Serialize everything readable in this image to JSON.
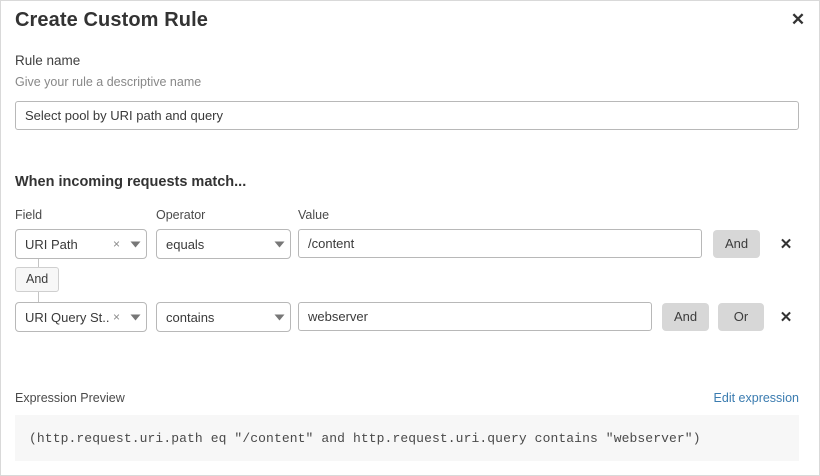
{
  "dialog": {
    "title": "Create Custom Rule",
    "close_icon": "close-icon"
  },
  "rule_name": {
    "label": "Rule name",
    "help": "Give your rule a descriptive name",
    "value": "Select pool by URI path and query",
    "placeholder": "Enter rule name"
  },
  "match_section": {
    "heading": "When incoming requests match...",
    "columns": {
      "field": "Field",
      "operator": "Operator",
      "value": "Value"
    },
    "clear_icon": "close-small-icon",
    "caret_icon": "chevron-down-icon",
    "delete_icon": "close-icon",
    "connector": {
      "label": "And"
    },
    "rows": [
      {
        "field": "URI Path",
        "operator": "equals",
        "value": "/content",
        "value_placeholder": "Enter value",
        "logic_buttons": [
          "And"
        ]
      },
      {
        "field": "URI Query St...",
        "operator": "contains",
        "value": "webserver",
        "value_placeholder": "Enter value",
        "logic_buttons": [
          "And",
          "Or"
        ]
      }
    ]
  },
  "expression": {
    "label": "Expression Preview",
    "edit_link": "Edit expression",
    "text": "(http.request.uri.path eq \"/content\" and http.request.uri.query contains \"webserver\")"
  },
  "colors": {
    "link": "#3b7cb0",
    "logic_button_bg": "#d7d7d7",
    "expression_bg": "#f7f7f7",
    "border": "#b8b8b8"
  }
}
